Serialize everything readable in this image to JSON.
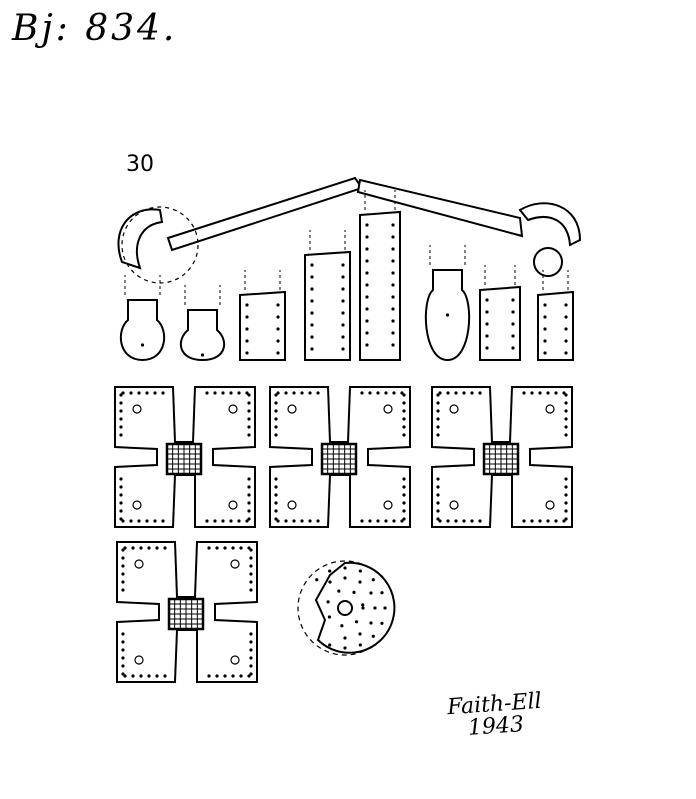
{
  "catalogue_ref": "Bj: 834.",
  "figure_number": "30",
  "signature": {
    "name": "Faith-Ell",
    "year": "1943"
  },
  "colors": {
    "ink": "#000000",
    "paper": "#ffffff"
  }
}
